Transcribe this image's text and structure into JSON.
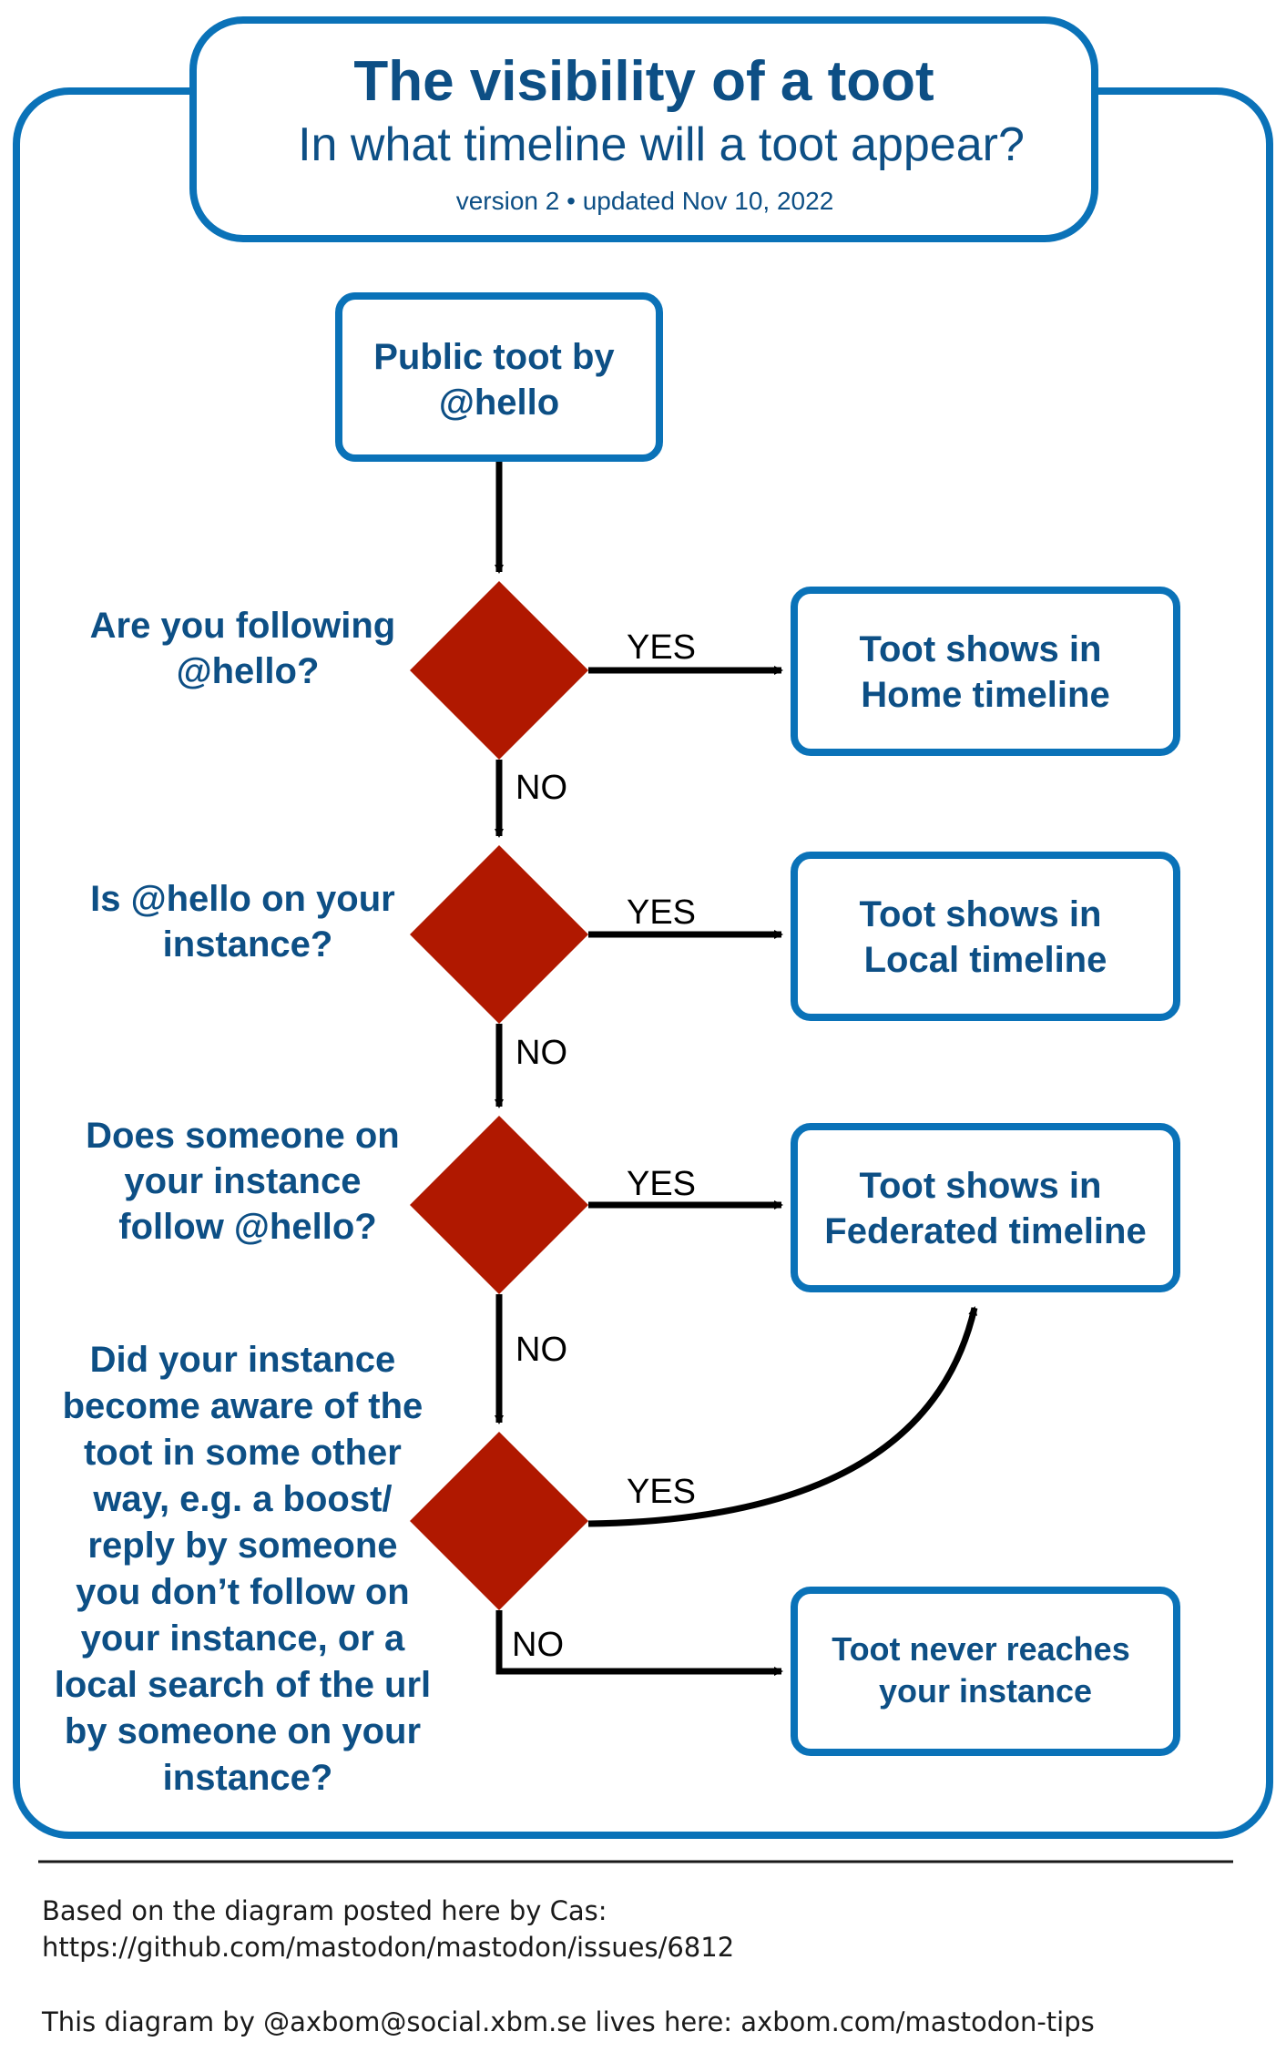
{
  "header": {
    "title": "The visibility of a toot",
    "subtitle": "In what timeline will a toot appear?",
    "version": "version 2 • updated Nov 10, 2022"
  },
  "start": {
    "lines": [
      "Public toot by",
      "@hello"
    ]
  },
  "questions": [
    {
      "lines": [
        "Are you following",
        "@hello?"
      ]
    },
    {
      "lines": [
        "Is @hello on your",
        "instance?"
      ]
    },
    {
      "lines": [
        "Does someone on",
        "your instance",
        "follow @hello?"
      ]
    },
    {
      "lines": [
        "Did your instance",
        "become aware of the",
        "toot in some other",
        "way, e.g. a boost/",
        "reply by someone",
        "you don’t follow on",
        "your instance, or a",
        "local search of the url",
        "by someone on your",
        "instance?"
      ]
    }
  ],
  "outcomes": [
    {
      "lines": [
        "Toot shows in",
        "Home timeline"
      ]
    },
    {
      "lines": [
        "Toot shows in",
        "Local timeline"
      ]
    },
    {
      "lines": [
        "Toot shows in",
        "Federated timeline"
      ]
    },
    {
      "lines": [
        "Toot never reaches",
        "your instance"
      ]
    }
  ],
  "edge_labels": {
    "yes": "YES",
    "no": "NO"
  },
  "footer": {
    "credit_line1": "Based on the diagram posted here by Cas:",
    "credit_line2": "https://github.com/mastodon/mastodon/issues/6812",
    "author_line": "This diagram by @axbom@social.xbm.se lives here: axbom.com/mastodon-tips"
  },
  "colors": {
    "frame": "#0a72b8",
    "text": "#0d4f85",
    "decision": "#b01800",
    "arrow": "#000000"
  }
}
